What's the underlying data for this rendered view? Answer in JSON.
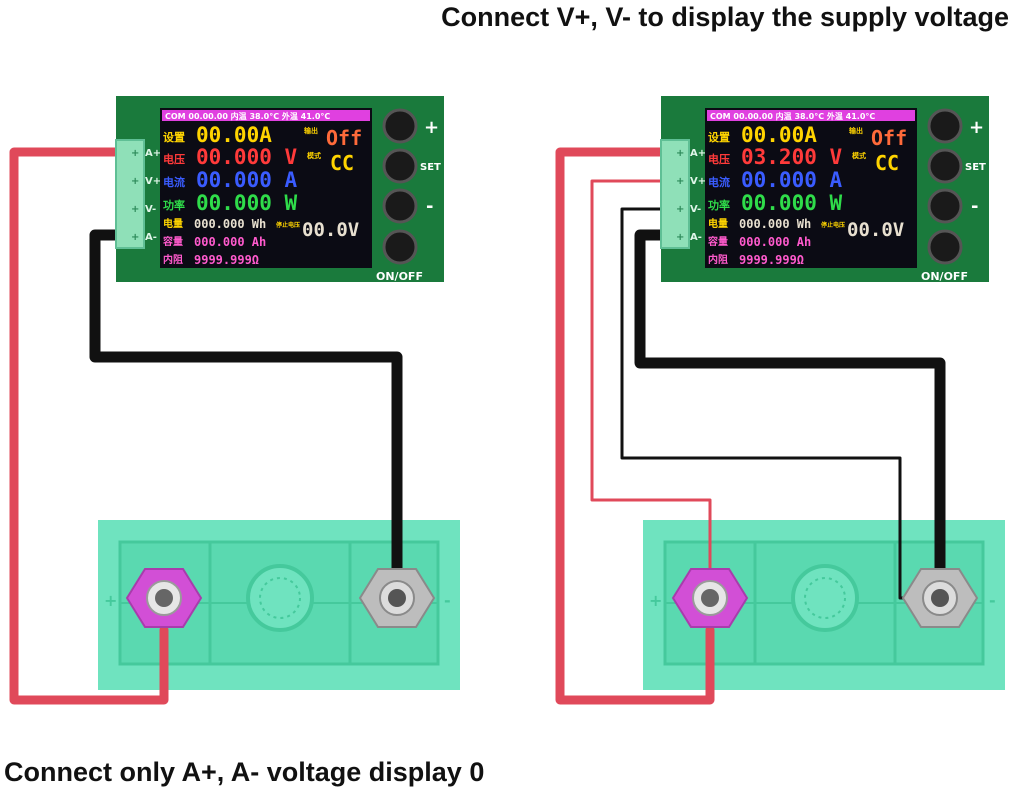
{
  "captions": {
    "top": "Connect V+, V- to display the supply voltage",
    "bottom": "Connect only A+, A- voltage display 0"
  },
  "colors": {
    "board": "#1a7a3c",
    "terminal": "#8fe0b8",
    "battery": "#6fe3bf",
    "battery_inner": "#4fd3a7",
    "wire_red": "#e0495a",
    "wire_black": "#111111",
    "hex_pos": "#d24fd6",
    "hex_neg": "#b8b8b8"
  },
  "terminal_labels": [
    "A+",
    "V+",
    "V-",
    "A-"
  ],
  "button_labels": {
    "plus": "+",
    "set": "SET",
    "minus": "-",
    "power": "ON/OFF"
  },
  "panels": [
    {
      "status_bar": "COM 00.00.00  内温 38.0°C  外温 41.0°C",
      "set_label": "设置",
      "set_value": "00.00A",
      "output_tag": "输出",
      "output_state": "Off",
      "volt_label": "电压",
      "voltage": "00.000 V",
      "mode_tag": "模式",
      "mode": "CC",
      "curr_label": "电流",
      "current": "00.000 A",
      "power_label": "功率",
      "power": "00.000 W",
      "energy_label": "电量",
      "energy": "000.000 Wh",
      "stop_tag": "停止电压",
      "stop_voltage": "00.0V",
      "capacity_label": "容量",
      "capacity": "000.000 Ah",
      "resist_label": "内阻",
      "resistance": "9999.999Ω",
      "battery_pos": "+",
      "battery_neg": "-"
    },
    {
      "status_bar": "COM 00.00.00  内温 38.0°C  外温 41.0°C",
      "set_label": "设置",
      "set_value": "00.00A",
      "output_tag": "输出",
      "output_state": "Off",
      "volt_label": "电压",
      "voltage": "03.200 V",
      "mode_tag": "模式",
      "mode": "CC",
      "curr_label": "电流",
      "current": "00.000 A",
      "power_label": "功率",
      "power": "00.000 W",
      "energy_label": "电量",
      "energy": "000.000 Wh",
      "stop_tag": "停止电压",
      "stop_voltage": "00.0V",
      "capacity_label": "容量",
      "capacity": "000.000 Ah",
      "resist_label": "内阻",
      "resistance": "9999.999Ω",
      "battery_pos": "+",
      "battery_neg": "-"
    }
  ]
}
